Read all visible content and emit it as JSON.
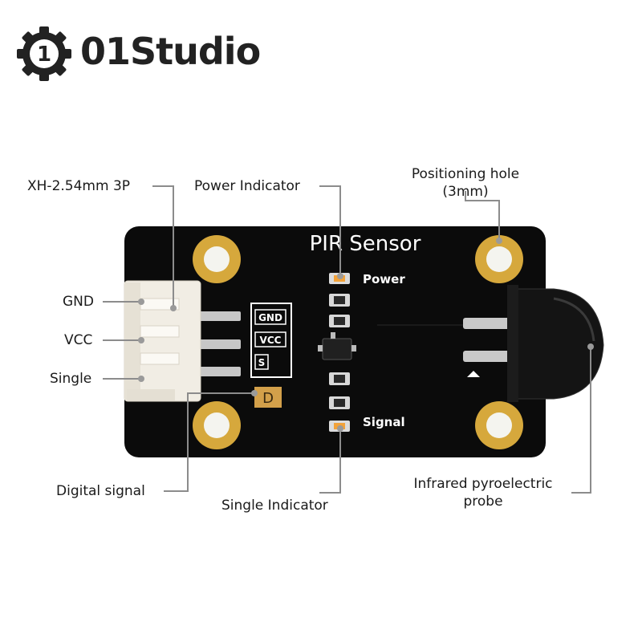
{
  "brand": {
    "name": "01Studio",
    "logo_digit": "1"
  },
  "board": {
    "title": "PIR Sensor",
    "power_label": "Power",
    "signal_label": "Signal",
    "pins": [
      "GND",
      "VCC",
      "S"
    ]
  },
  "callouts": {
    "connector": "XH-2.54mm 3P",
    "power_indicator": "Power Indicator",
    "hole_line1": "Positioning hole",
    "hole_line2": "(3mm)",
    "gnd": "GND",
    "vcc": "VCC",
    "single": "Single",
    "digital_signal": "Digital signal",
    "single_indicator": "Single Indicator",
    "probe_line1": "Infrared pyroelectric",
    "probe_line2": "probe"
  },
  "colors": {
    "pcb": "#0b0b0b",
    "gold": "#d6a83c",
    "leader": "#8c8c8c",
    "silk": "#ffffff"
  },
  "icons": [
    "gear-logo-icon"
  ]
}
